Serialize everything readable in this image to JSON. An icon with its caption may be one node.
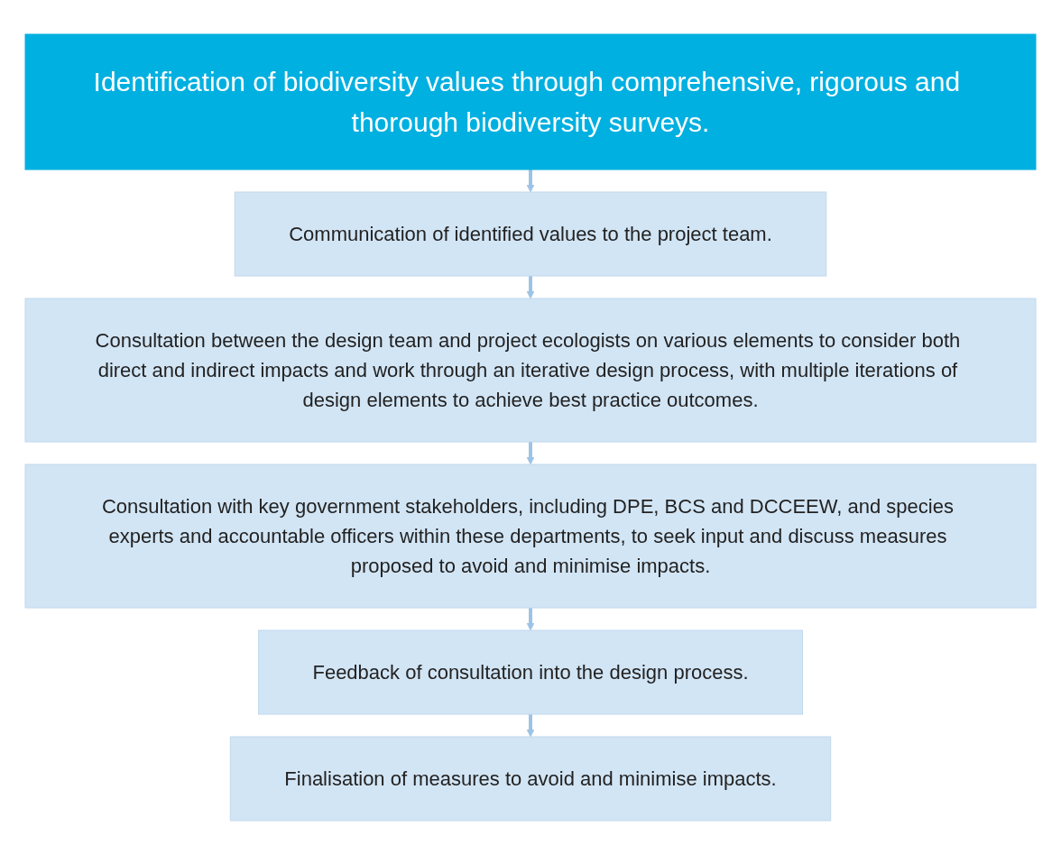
{
  "diagram": {
    "nodes": [
      {
        "text": [
          "Identification of biodiversity values through comprehensive, rigorous and thorough biodiversity surveys."
        ]
      },
      {
        "text": [
          "Communication of identified values to the project team."
        ]
      },
      {
        "text": [
          "Consultation between the design team and project ecologists on various elements to consider both direct and indirect impacts and work through an iterative design process, with multiple iterations of design elements to achieve best practice outcomes."
        ]
      },
      {
        "text": [
          "Consultation with key government stakeholders, including DPE, BCS and DCCEEW, and species experts and accountable officers within these departments, to seek input and discuss measures proposed to avoid and minimise impacts."
        ]
      },
      {
        "text": [
          "Feedback of consultation into the design process."
        ]
      },
      {
        "text": [
          "Finalisation of measures to avoid and minimise impacts."
        ]
      }
    ],
    "edges": [
      {
        "from": 0,
        "to": 1,
        "arrow": "to"
      },
      {
        "from": 1,
        "to": 2,
        "arrow": "to"
      },
      {
        "from": 2,
        "to": 3,
        "arrow": "to"
      },
      {
        "from": 3,
        "to": 4,
        "arrow": "to"
      },
      {
        "from": 4,
        "to": 5,
        "arrow": "to"
      }
    ]
  }
}
